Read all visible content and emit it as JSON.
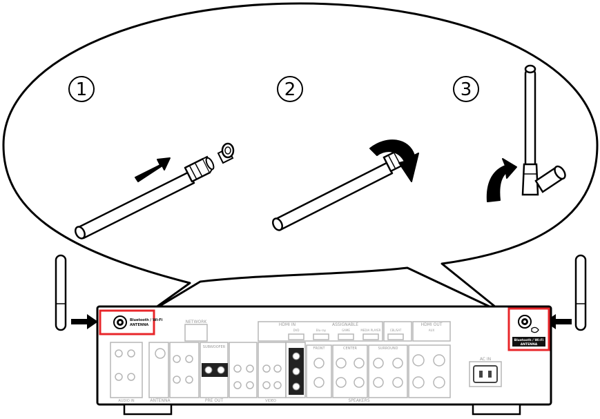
{
  "steps": [
    {
      "number": "1"
    },
    {
      "number": "2"
    },
    {
      "number": "3"
    }
  ],
  "receiver": {
    "left_jack_label_line1": "Bluetooth / Wi-Fi",
    "left_jack_label_line2": "ANTENNA",
    "right_jack_label_line1": "Bluetooth / Wi-Fi",
    "right_jack_label_line2": "ANTENNA",
    "network_label": "NETWORK",
    "hdmi_in_label": "HDMI IN",
    "assignable_label": "ASSIGNABLE",
    "hdmi_out_label": "HDMI OUT",
    "hdmi_inputs": [
      "DVD",
      "Blu-ray",
      "GAME",
      "MEDIA PLAYER",
      "CBL/SAT",
      "AUX"
    ],
    "speakers_label": "SPEAKERS",
    "speaker_groups": [
      "FRONT",
      "CENTER",
      "SURROUND"
    ],
    "pre_out_label": "PRE OUT",
    "antenna_label": "ANTENNA",
    "ac_in_label": "AC IN",
    "subwoofer_label": "SUBWOOFER",
    "audio_in_label": "AUDIO IN",
    "video_label": "VIDEO"
  },
  "icons": {
    "push_arrow": "push-arrow-icon",
    "rotate_arrow": "rotate-clockwise-arrow-icon",
    "raise_arrow": "curved-up-arrow-icon",
    "pointer_left": "arrow-right-icon",
    "pointer_right": "arrow-left-icon"
  },
  "colors": {
    "highlight": "#e8262a",
    "line": "#000000",
    "ghost": "#b5b5b5"
  }
}
